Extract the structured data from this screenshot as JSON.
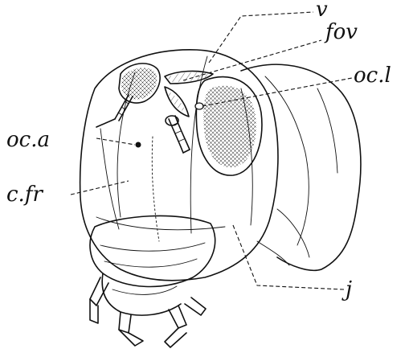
{
  "labels": {
    "v": "v",
    "fov": "fov",
    "oc_l": "oc.l",
    "oc_a": "oc.a",
    "c_fr": "c.fr",
    "j": "j"
  },
  "colors": {
    "ink": "#111111",
    "background": "#ffffff"
  }
}
